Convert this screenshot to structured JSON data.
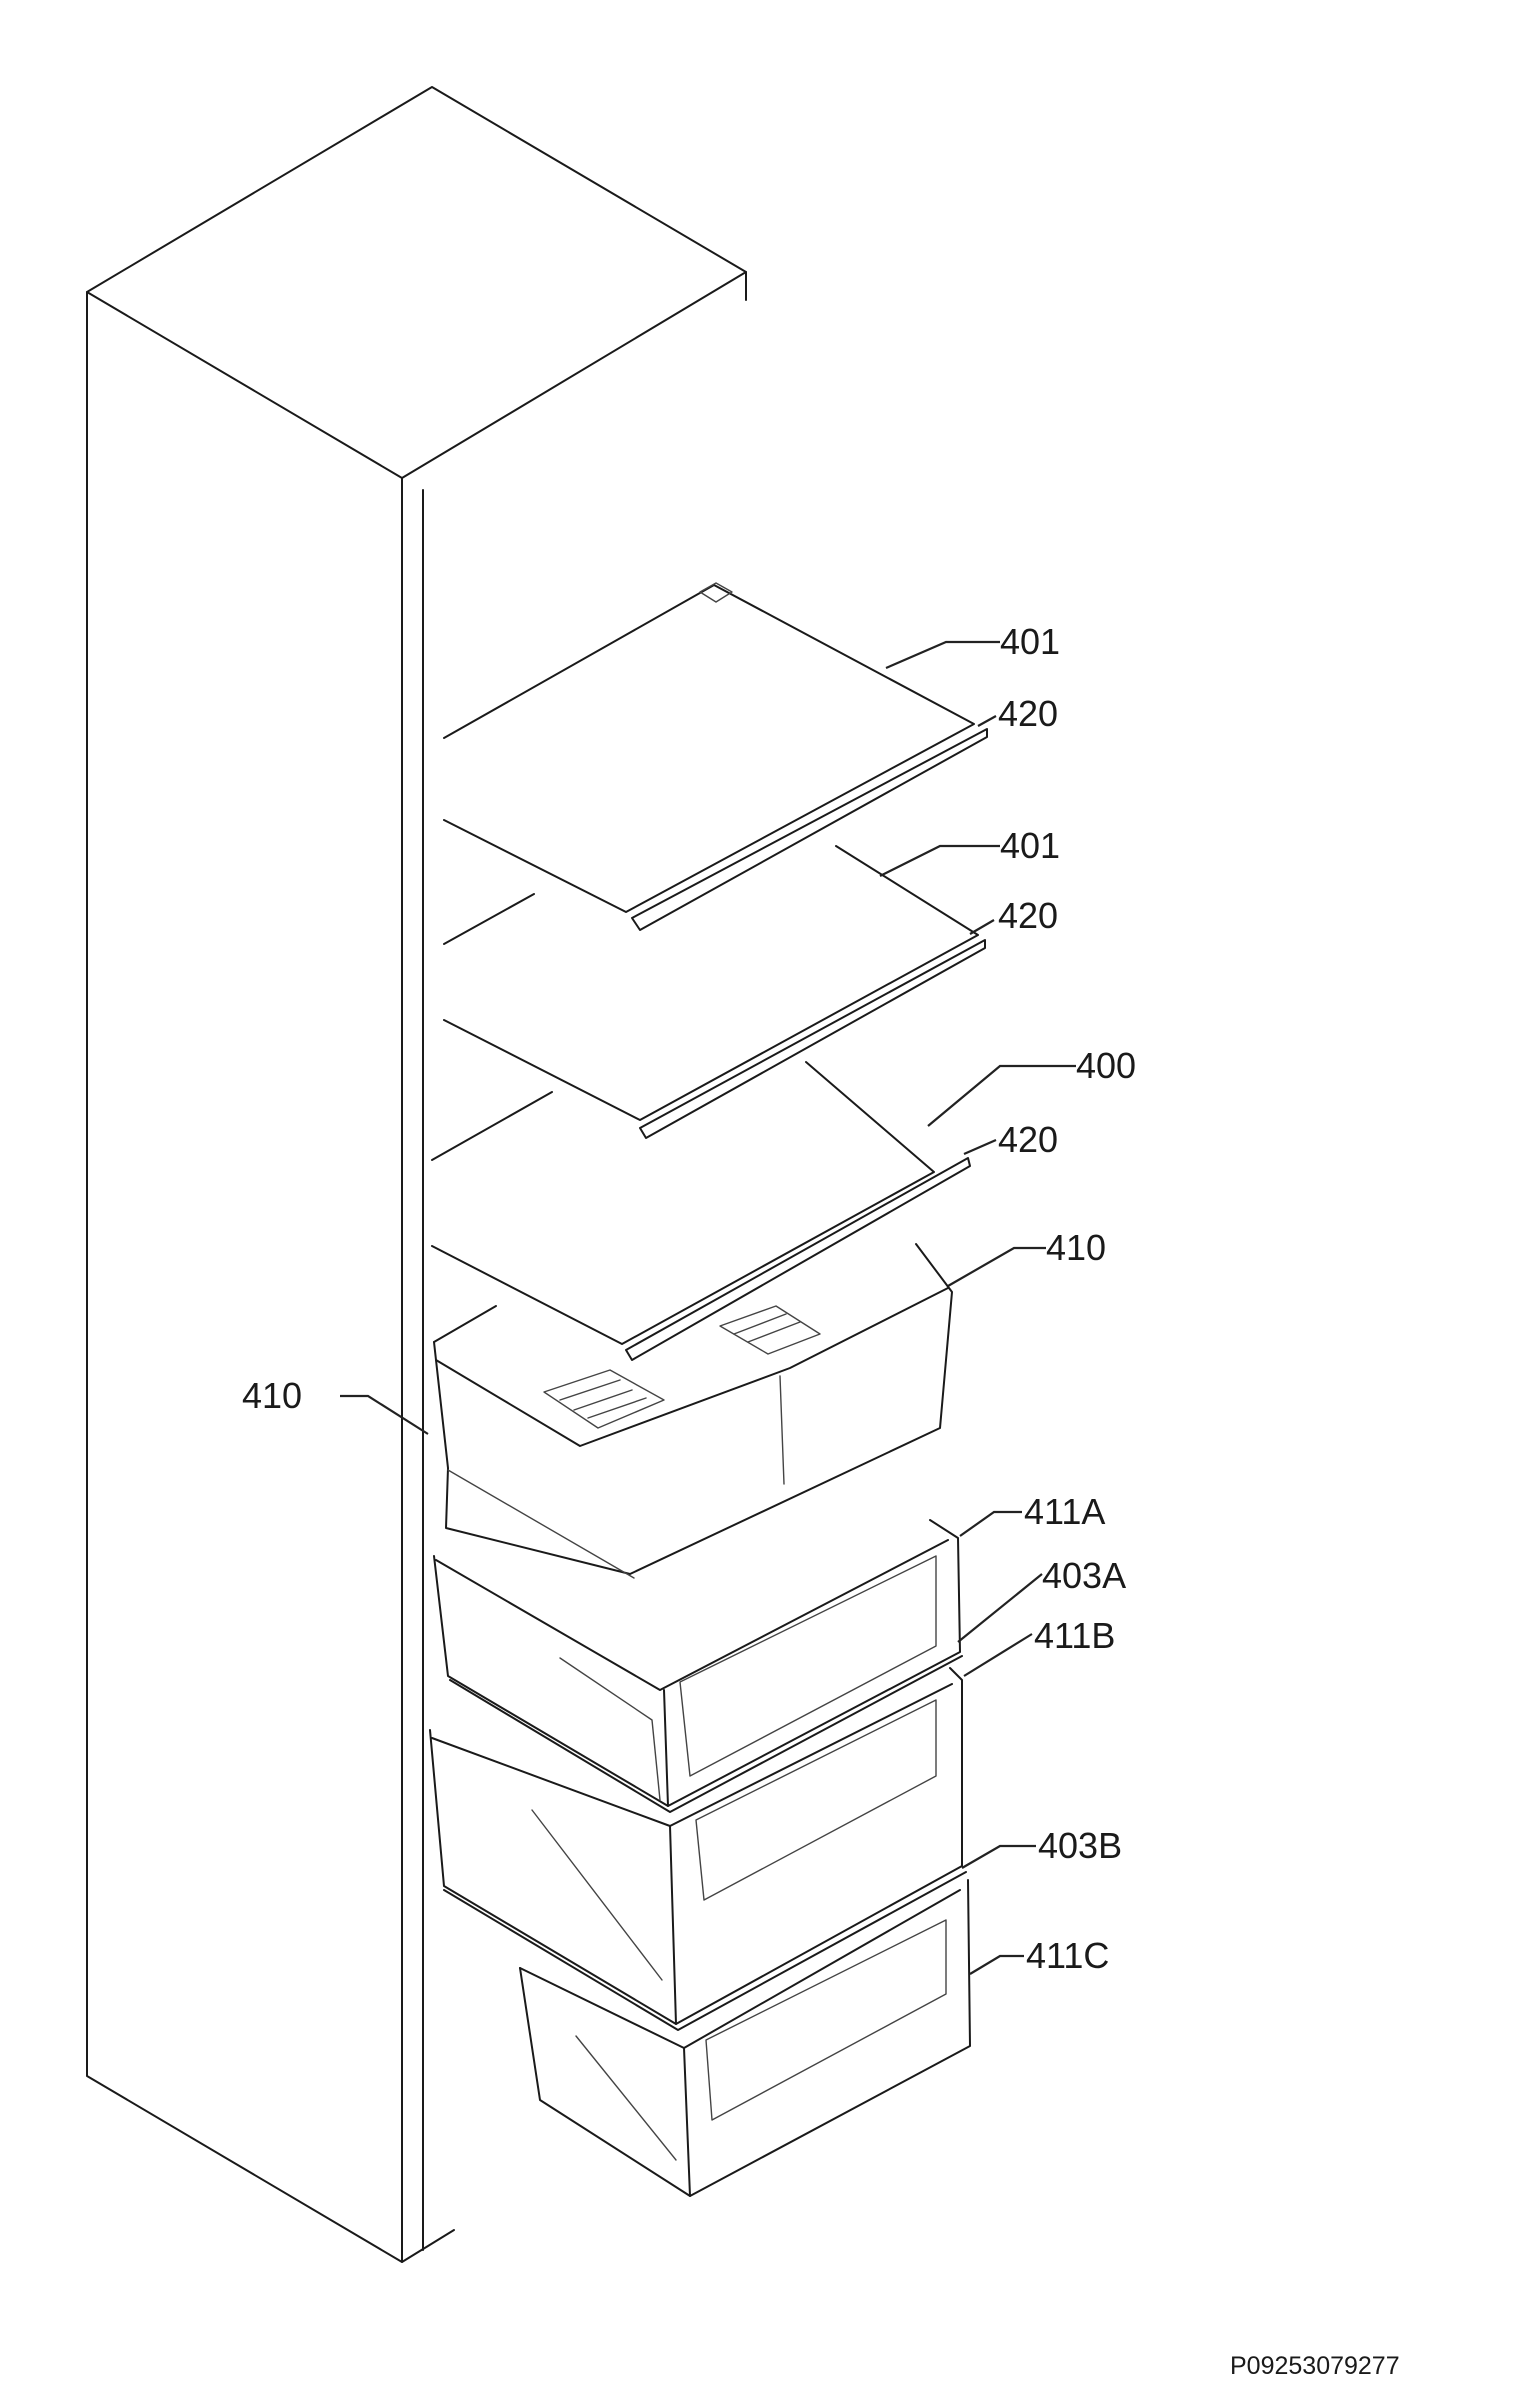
{
  "labels": {
    "l401a": "401",
    "l420a": "420",
    "l401b": "401",
    "l420b": "420",
    "l400": "400",
    "l420c": "420",
    "l410r": "410",
    "l410l": "410",
    "l411a": "411A",
    "l403a": "403A",
    "l411b": "411B",
    "l403b": "403B",
    "l411c": "411C"
  },
  "drawing_code": "P09253079277"
}
